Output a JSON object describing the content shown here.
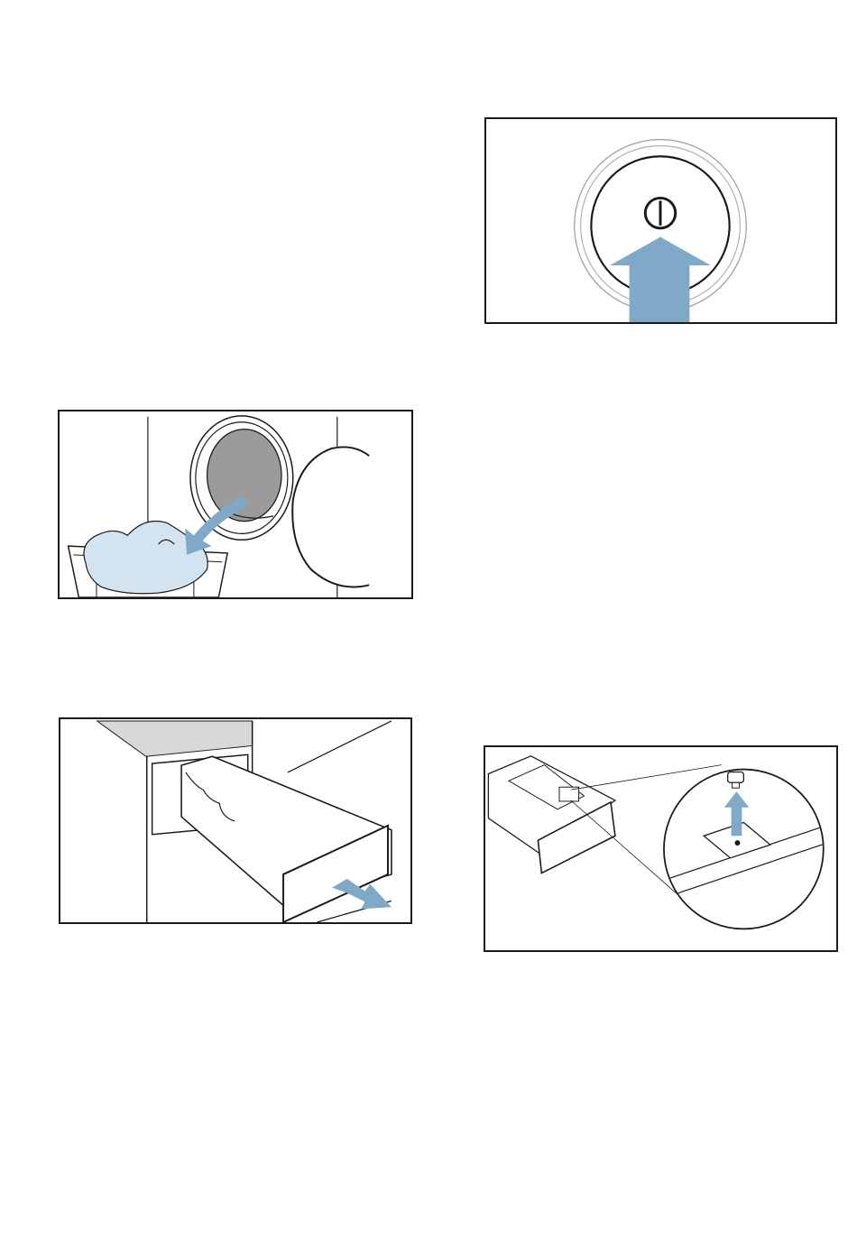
{
  "colors": {
    "accent_arrow": "#7fa9c6",
    "outline": "#1a1a1a",
    "laundry": "#d3e3ef",
    "drum_glass": "#9b9b9b",
    "lid_top": "#d8d8d8"
  },
  "figures": [
    {
      "id": "power-button",
      "icon": "power-icon"
    },
    {
      "id": "unload-laundry",
      "icon": "laundry-basket"
    },
    {
      "id": "pull-out-dispenser-drawer",
      "icon": "drawer"
    },
    {
      "id": "remove-insert",
      "icon": "insert-cap"
    }
  ]
}
